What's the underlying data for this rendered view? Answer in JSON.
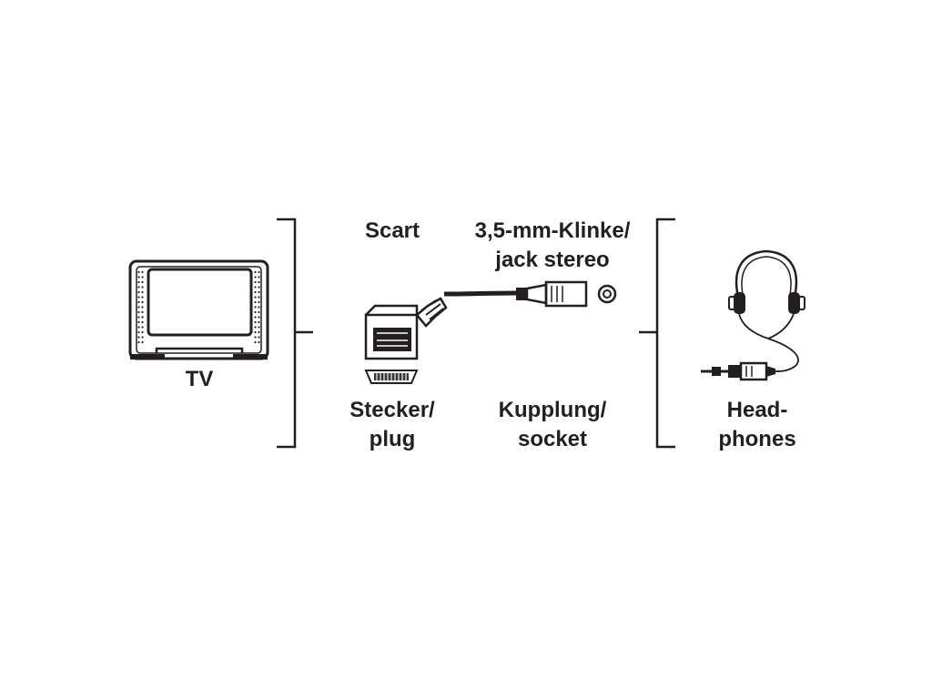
{
  "labels": {
    "tv": "TV",
    "scart": "Scart",
    "jack_line1": "3,5-mm-Klinke/",
    "jack_line2": "jack stereo",
    "plug_line1": "Stecker/",
    "plug_line2": "plug",
    "socket_line1": "Kupplung/",
    "socket_line2": "socket",
    "headphones_line1": "Head-",
    "headphones_line2": "phones"
  },
  "colors": {
    "ink": "#231f20",
    "background": "#ffffff"
  },
  "icons": {
    "tv": "tv-icon",
    "scart_plug": "scart-plug-icon",
    "scart_pins": "scart-pins-icon",
    "jack_socket": "jack-socket-icon",
    "headphones": "headphones-icon",
    "jack_plug": "jack-plug-icon"
  }
}
